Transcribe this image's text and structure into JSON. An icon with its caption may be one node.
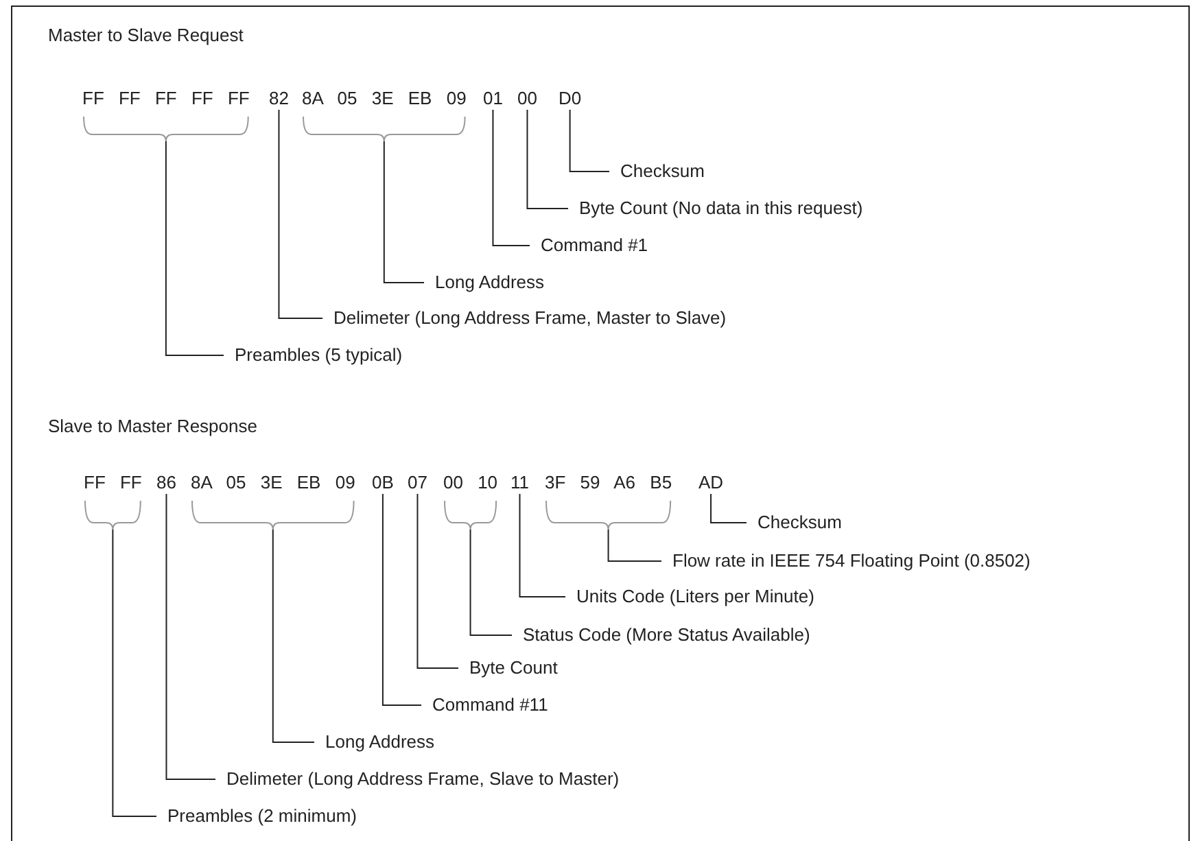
{
  "diagram": {
    "nodes": [
      {
        "text": [
          "FF FF FF FF FF"
        ]
      },
      {
        "text": [
          "82"
        ]
      },
      {
        "text": [
          "8A 05 3E EB 09"
        ]
      },
      {
        "text": [
          "01"
        ]
      },
      {
        "text": [
          "00"
        ]
      },
      {
        "text": [
          "D0"
        ]
      },
      {
        "text": [
          "Checksum"
        ]
      },
      {
        "text": [
          "Byte Count (No data in this request)"
        ]
      },
      {
        "text": [
          "Command #1"
        ]
      },
      {
        "text": [
          "Long Address"
        ]
      },
      {
        "text": [
          "Delimeter (Long Address Frame, Master to Slave)"
        ]
      },
      {
        "text": [
          "Preambles (5 typical)"
        ]
      },
      {
        "text": [
          "FF FF"
        ]
      },
      {
        "text": [
          "86"
        ]
      },
      {
        "text": [
          "8A 05 3E EB 09"
        ]
      },
      {
        "text": [
          "0B"
        ]
      },
      {
        "text": [
          "07"
        ]
      },
      {
        "text": [
          "00 10"
        ]
      },
      {
        "text": [
          "11"
        ]
      },
      {
        "text": [
          "3F 59 A6 B5"
        ]
      },
      {
        "text": [
          "AD"
        ]
      },
      {
        "text": [
          "Checksum"
        ]
      },
      {
        "text": [
          "Flow rate in IEEE 754 Floating Point (0.8502)"
        ]
      },
      {
        "text": [
          "Units Code (Liters per Minute)"
        ]
      },
      {
        "text": [
          "Status Code (More Status Available)"
        ]
      },
      {
        "text": [
          "Byte Count"
        ]
      },
      {
        "text": [
          "Command #11"
        ]
      },
      {
        "text": [
          "Long Address"
        ]
      },
      {
        "text": [
          "Delimeter (Long Address Frame, Slave to Master)"
        ]
      },
      {
        "text": [
          "Preambles (2 minimum)"
        ]
      }
    ],
    "edges": [
      {
        "from": 6,
        "to": 5,
        "arrow": "none"
      },
      {
        "from": 7,
        "to": 4,
        "arrow": "none"
      },
      {
        "from": 8,
        "to": 3,
        "arrow": "none"
      },
      {
        "from": 9,
        "to": 2,
        "arrow": "none"
      },
      {
        "from": 10,
        "to": 1,
        "arrow": "none"
      },
      {
        "from": 11,
        "to": 0,
        "arrow": "none"
      },
      {
        "from": 21,
        "to": 20,
        "arrow": "none"
      },
      {
        "from": 22,
        "to": 19,
        "arrow": "none"
      },
      {
        "from": 23,
        "to": 18,
        "arrow": "none"
      },
      {
        "from": 24,
        "to": 17,
        "arrow": "none"
      },
      {
        "from": 25,
        "to": 16,
        "arrow": "none"
      },
      {
        "from": 26,
        "to": 15,
        "arrow": "none"
      },
      {
        "from": 27,
        "to": 14,
        "arrow": "none"
      },
      {
        "from": 28,
        "to": 13,
        "arrow": "none"
      },
      {
        "from": 29,
        "to": 12,
        "arrow": "none"
      }
    ],
    "labels": [
      "Master to Slave Request",
      "Slave to Master Response"
    ]
  }
}
